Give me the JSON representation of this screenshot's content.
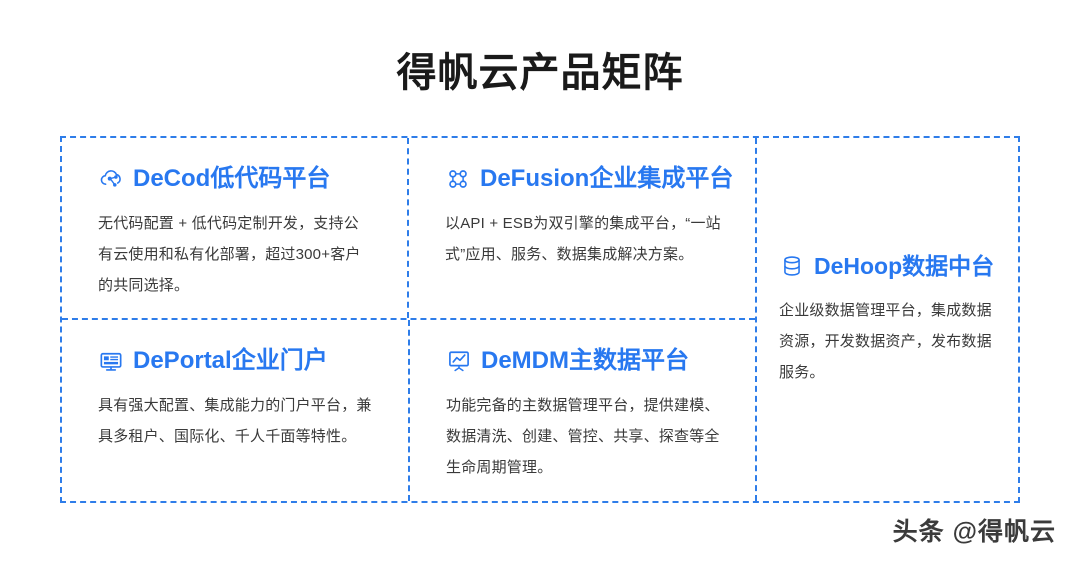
{
  "page": {
    "title": "得帆云产品矩阵",
    "background_color": "#ffffff",
    "accent_color": "#2878f0",
    "border_color": "#2e7de9",
    "body_text_color": "#3a3a3a"
  },
  "cards": [
    {
      "id": "decod",
      "icon": "cloud-network-icon",
      "title": "DeCod低代码平台",
      "description": "无代码配置 + 低代码定制开发，支持公有云使用和私有化部署，超过300+客户的共同选择。"
    },
    {
      "id": "defusion",
      "icon": "network-nodes-icon",
      "title": "DeFusion企业集成平台",
      "description": "以API + ESB为双引擎的集成平台，“一站式”应用、服务、数据集成解决方案。"
    },
    {
      "id": "deportal",
      "icon": "monitor-portal-icon",
      "title": "DePortal企业门户",
      "description": "具有强大配置、集成能力的门户平台，兼具多租户、国际化、千人千面等特性。"
    },
    {
      "id": "demdm",
      "icon": "presentation-chart-icon",
      "title": "DeMDM主数据平台",
      "description": "功能完备的主数据管理平台，提供建模、数据清洗、创建、管控、共享、探查等全生命周期管理。"
    },
    {
      "id": "dehoop",
      "icon": "database-icon",
      "title": "DeHoop数据中台",
      "description": "企业级数据管理平台，集成数据资源，开发数据资产，发布数据服务。"
    }
  ],
  "watermark": {
    "text": "头条 @得帆云"
  }
}
